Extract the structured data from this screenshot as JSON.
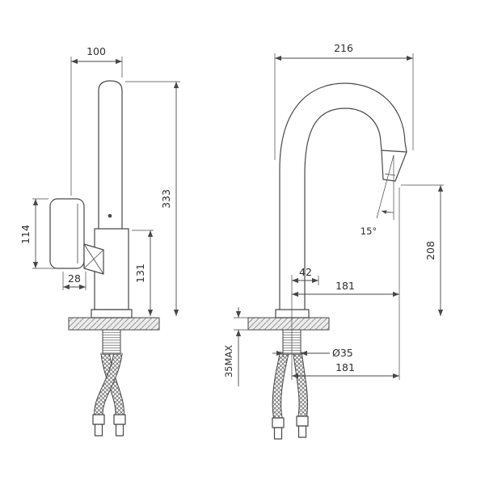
{
  "drawing": {
    "description": "Kitchen mixer faucet technical dimension drawing, side view and front view with mounting hoses",
    "colors": {
      "line": "#474747",
      "background": "#ffffff",
      "text": "#2e2e2e"
    },
    "left_view": {
      "top_width": "100",
      "overall_height": "333",
      "handle_height": "114",
      "handle_depth": "28",
      "base_height": "131"
    },
    "right_view": {
      "top_reach": "216",
      "spout_angle": "15°",
      "outlet_height": "208",
      "center_offset": "42",
      "spout_reach": "181",
      "hole_diameter": "Ø35",
      "max_deck_thickness": "35MAX",
      "reach_below": "181"
    }
  }
}
